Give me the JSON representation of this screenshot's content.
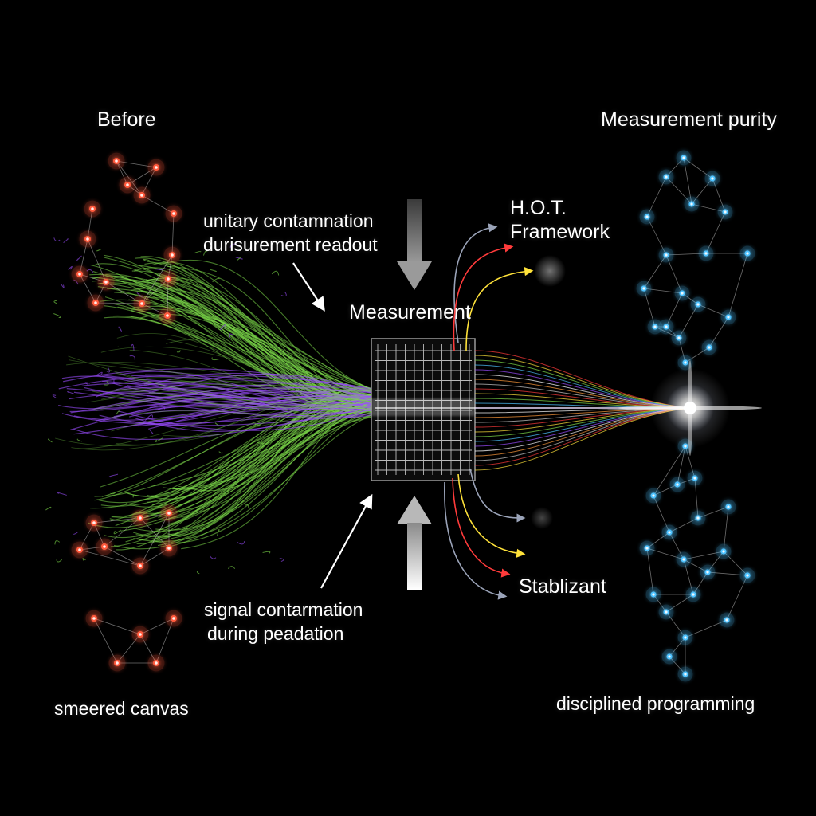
{
  "labels": {
    "before": "Before",
    "measurement_purity": "Measurement purity",
    "unitary_line1": "unitary contamnation",
    "unitary_line2": "durisurement readout",
    "hot_line1": "H.O.T.",
    "hot_line2": "Framework",
    "measurement": "Measurement",
    "stablizant": "Stablizant",
    "signal_line1": "signal contarmation",
    "signal_line2": "during peadation",
    "smeered_canvas": "smeered canvas",
    "disciplined_programming": "disciplined programming"
  },
  "colors": {
    "background": "#000000",
    "left_node": "#ff5a3c",
    "right_node": "#4fc3ff",
    "green_strand": "#7ddc4a",
    "purple_strand": "#9b4dff",
    "label": "#ffffff",
    "arrow_gray": "#8a8a8a",
    "arrow_red": "#ff3b3b",
    "arrow_yellow": "#ffe23a",
    "arrow_blue": "#a8b8d8"
  },
  "icons": {
    "arrow_down": "down-arrow-icon",
    "arrow_up": "up-arrow-icon",
    "measurement_grid": "grid-icon",
    "focus_flare": "light-flare-icon"
  }
}
